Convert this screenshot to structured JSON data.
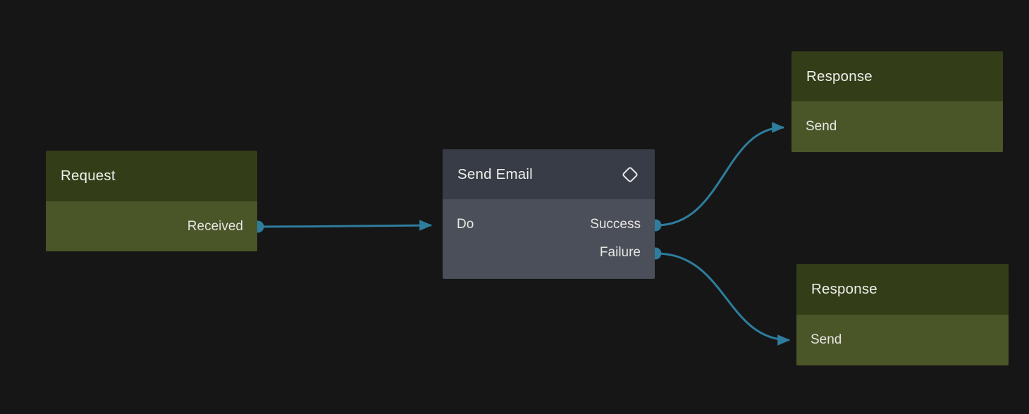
{
  "canvas": {
    "background": "#161616"
  },
  "colors": {
    "edge": "#2e7d9d",
    "port_dot": "#2e7d9d",
    "green_node_header": "#333e18",
    "green_node_body": "#4a5528",
    "slate_node_header": "#383c46",
    "slate_node_body": "#4b4f59",
    "title_text": "#efefec",
    "label_text": "#e6e6e2"
  },
  "nodes": {
    "request": {
      "title": "Request",
      "ports": {
        "received": "Received"
      }
    },
    "send_email": {
      "title": "Send Email",
      "icon": "diamond-icon",
      "ports": {
        "do": "Do",
        "success": "Success",
        "failure": "Failure"
      }
    },
    "response_success": {
      "title": "Response",
      "ports": {
        "send": "Send"
      }
    },
    "response_failure": {
      "title": "Response",
      "ports": {
        "send": "Send"
      }
    }
  },
  "edges": [
    {
      "from": "Request / Received",
      "to": "Send Email / Do"
    },
    {
      "from": "Send Email / Success",
      "to": "Response / Send"
    },
    {
      "from": "Send Email / Failure",
      "to": "Response / Send"
    }
  ]
}
